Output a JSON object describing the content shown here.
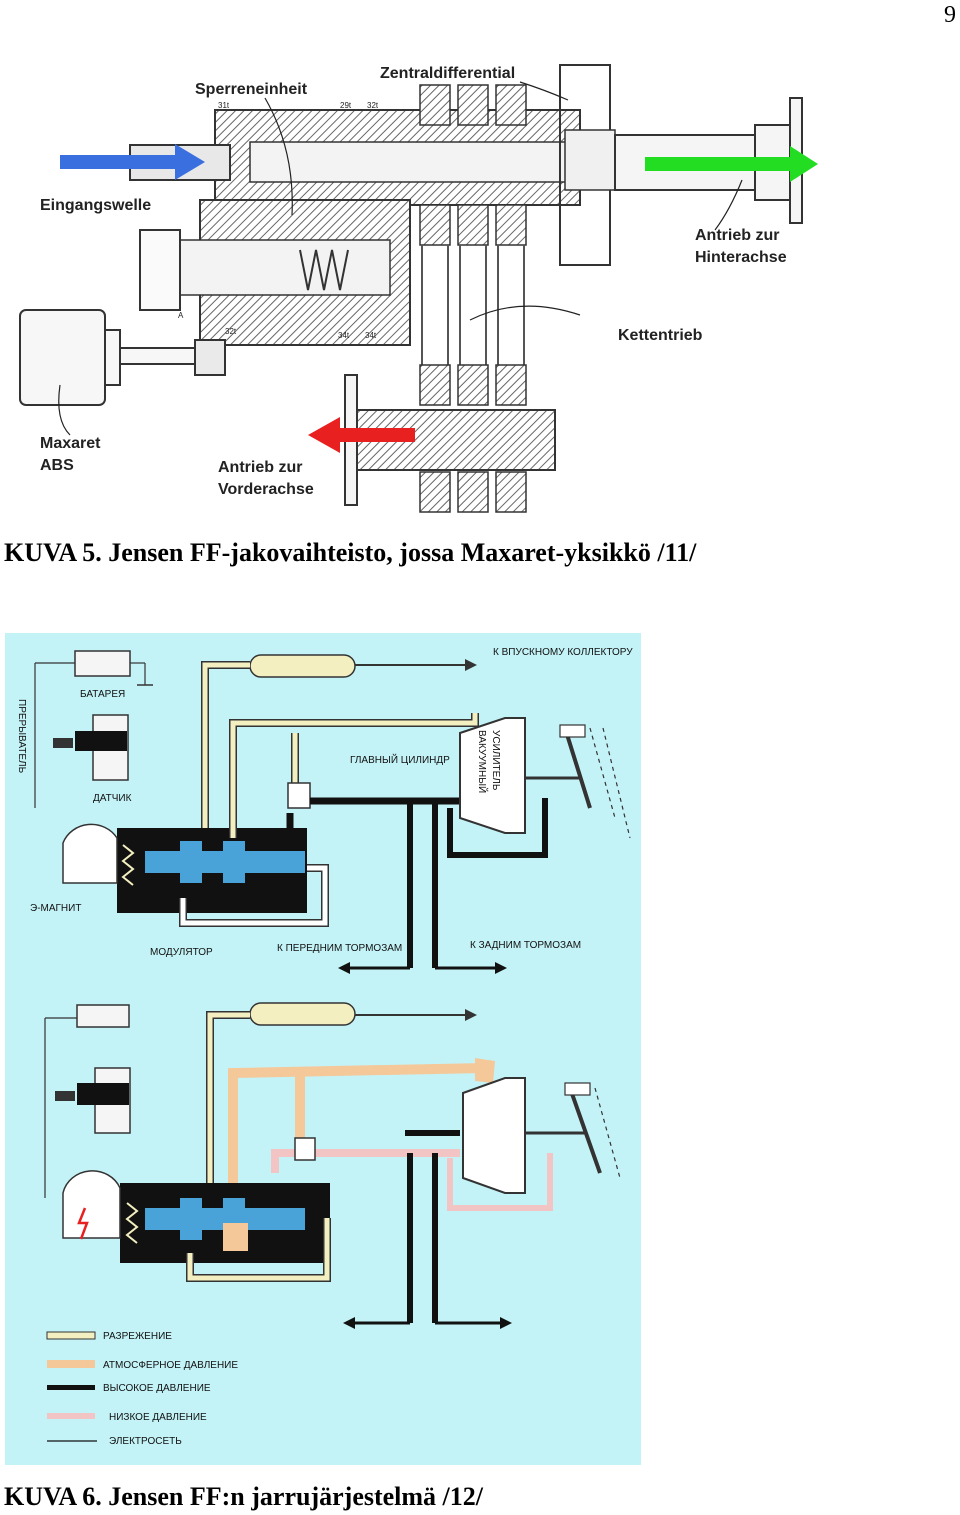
{
  "page_number": "9",
  "figure5": {
    "caption": "KUVA 5. Jensen FF-jakovaihteisto, jossa Maxaret-yksikkö /11/",
    "labels": {
      "sperreneinheit": "Sperreneinheit",
      "zentraldifferential": "Zentraldifferential",
      "eingangswelle": "Eingangswelle",
      "antrieb_hinter_1": "Antrieb zur",
      "antrieb_hinter_2": "Hinterachse",
      "kettentrieb": "Kettentrieb",
      "maxaret_1": "Maxaret",
      "maxaret_2": "ABS",
      "antrieb_vorder_1": "Antrieb zur",
      "antrieb_vorder_2": "Vorderachse",
      "ref_31t_a": "31t",
      "ref_29t": "29t",
      "ref_32t_a": "32t",
      "ref_32t_b": "32t",
      "ref_34t_a": "34t",
      "ref_34t_b": "34t",
      "ref_a": "A"
    },
    "colors": {
      "input_arrow": "#3a6fe0",
      "rear_arrow": "#22dd22",
      "front_arrow": "#e82020"
    }
  },
  "figure6": {
    "caption": "KUVA 6. Jensen FF:n jarrujärjestelmä /12/",
    "background": "#c4f3f7",
    "labels": {
      "to_intake": "К ВПУСКНОМУ КОЛЛЕКТОРУ",
      "battery": "БАТАРЕЯ",
      "interrupter": "ПРЕРЫВАТЕЛЬ",
      "master_cylinder": "ГЛАВНЫЙ ЦИЛИНДР",
      "vacuum": "ВАКУУМНЫЙ",
      "booster": "УСИЛИТЕЛЬ",
      "sensor": "ДАТЧИК",
      "electromagnet": "Э-МАГНИТ",
      "modulator": "МОДУЛЯТОР",
      "to_front_brakes": "К ПЕРЕДНИМ ТОРМОЗАМ",
      "to_rear_brakes": "К ЗАДНИМ ТОРМОЗАМ"
    },
    "legend": [
      {
        "label": "РАЗРЕЖЕНИЕ",
        "color": "#f3efc0"
      },
      {
        "label": "АТМОСФЕРНОЕ ДАВЛЕНИЕ",
        "color": "#f5c89a"
      },
      {
        "label": "ВЫСОКОЕ ДАВЛЕНИЕ",
        "color": "#111111"
      },
      {
        "label": "НИЗКОЕ ДАВЛЕНИЕ",
        "color": "#f2c4c4"
      },
      {
        "label": "ЭЛЕКТРОСЕТЬ",
        "color": "#111111"
      }
    ]
  }
}
